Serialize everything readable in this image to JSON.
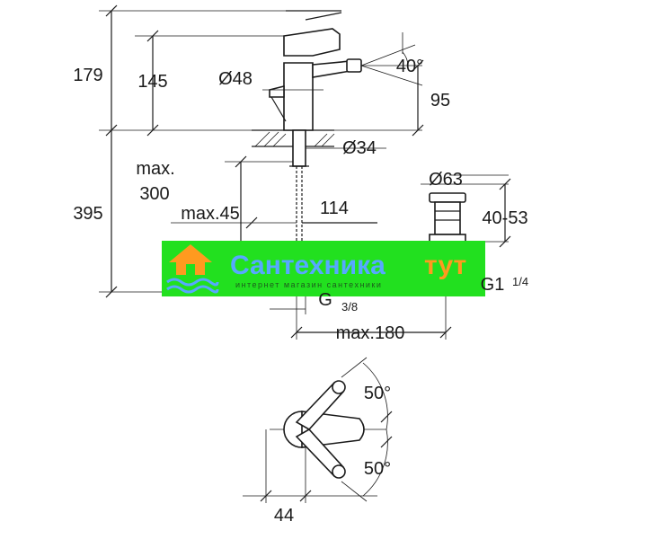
{
  "dimensions": {
    "total_height": "179",
    "spout_height": "145",
    "spout_diameter": "Ø48",
    "spout_angle": "40°",
    "outlet_height": "95",
    "hole_diameter": "Ø34",
    "max_label": "max.",
    "max_thickness": "300",
    "lower_height": "395",
    "max_45": "max.45",
    "offset": "114",
    "drain_diameter": "Ø63",
    "drain_range": "40-53",
    "drain_thread": "G1",
    "drain_thread_fraction": "1/4",
    "connection_thread": "G",
    "connection_thread_fraction": "3/8",
    "max_180": "max.180",
    "angle_upper": "50°",
    "angle_lower": "50°",
    "plan_offset": "44"
  },
  "watermark": {
    "title_part1": "Сантехника",
    "title_part2": "тут",
    "subtitle": "интернет магазин сантехники"
  },
  "colors": {
    "watermark_band": "#22e01f",
    "watermark_title": "#57a8ff",
    "watermark_accent": "#ff9a1f"
  }
}
